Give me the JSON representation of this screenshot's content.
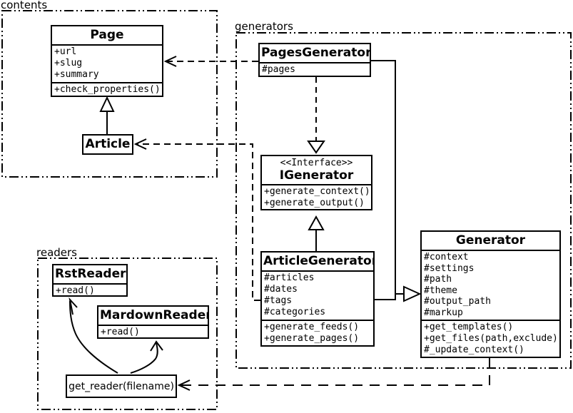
{
  "diagram": {
    "background": "#ffffff",
    "stroke": "#000000"
  },
  "packages": {
    "contents": {
      "label": "contents"
    },
    "generators": {
      "label": "generators"
    },
    "readers": {
      "label": "readers"
    }
  },
  "classes": {
    "page": {
      "title": "Page",
      "attributes": [
        "+url",
        "+slug",
        "+summary"
      ],
      "methods": [
        "+check_properties()"
      ]
    },
    "article": {
      "title": "Article"
    },
    "pages_generator": {
      "title": "PagesGenerator",
      "attributes": [
        "#pages"
      ]
    },
    "igenerator": {
      "stereotype": "<<Interface>>",
      "title": "IGenerator",
      "methods": [
        "+generate_context()",
        "+generate_output()"
      ]
    },
    "article_generator": {
      "title": "ArticleGenerator",
      "attributes": [
        "#articles",
        "#dates",
        "#tags",
        "#categories"
      ],
      "methods": [
        "+generate_feeds()",
        "+generate_pages()"
      ]
    },
    "generator": {
      "title": "Generator",
      "attributes": [
        "#context",
        "#settings",
        "#path",
        "#theme",
        "#output_path",
        "#markup"
      ],
      "methods": [
        "+get_templates()",
        "+get_files(path,exclude)",
        "#_update_context()"
      ]
    },
    "rst_reader": {
      "title": "RstReader",
      "methods": [
        "+read()"
      ]
    },
    "mardown_reader": {
      "title": "MardownReader",
      "methods": [
        "+read()"
      ]
    },
    "get_reader": {
      "label": "get_reader(filename)"
    }
  }
}
